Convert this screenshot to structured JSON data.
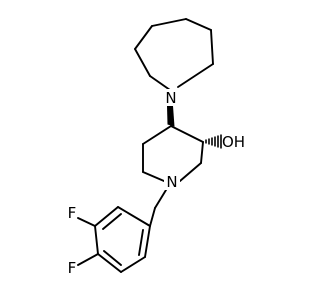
{
  "molecule": {
    "atoms": {
      "amine_n": "N",
      "ring_n": "N",
      "hydroxyl": "OH",
      "fluorine_3": "F",
      "fluorine_4": "F"
    },
    "colors": {
      "bond": "#000000",
      "text": "#000000",
      "background": "#ffffff"
    }
  }
}
